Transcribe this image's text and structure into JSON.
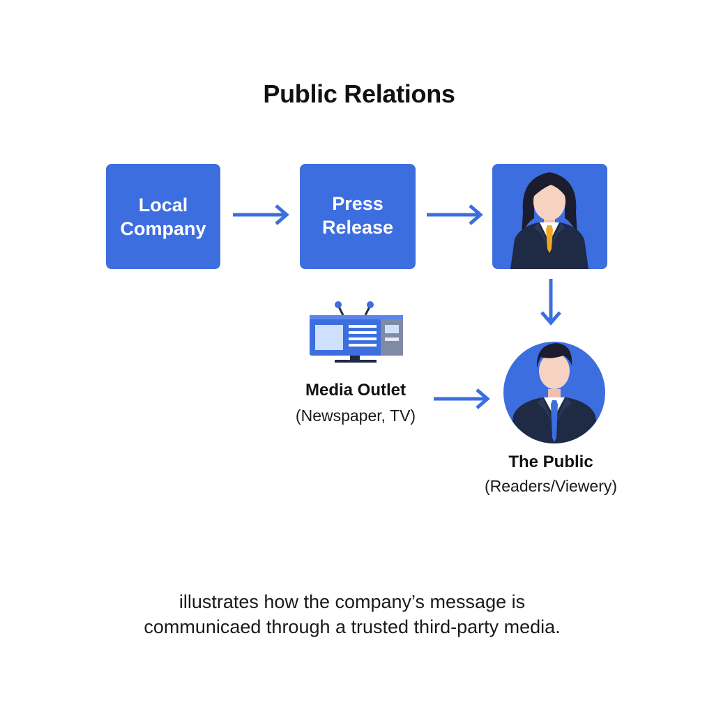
{
  "title": "Public Relations",
  "nodes": {
    "local_company": {
      "line1": "Local",
      "line2": "Company"
    },
    "press_release": {
      "line1": "Press",
      "line2": "Release"
    },
    "journalist": {
      "icon": "journalist-avatar-icon"
    },
    "media_outlet": {
      "icon": "tv-news-icon",
      "name": "Media Outlet",
      "sub": "(Newspaper, TV)"
    },
    "the_public": {
      "icon": "public-person-icon",
      "name": "The Public",
      "sub": "(Readers/Viewery)"
    }
  },
  "caption": {
    "line1": "illustrates how the company’s message is",
    "line2": "communicaed through a trusted third-party media."
  },
  "colors": {
    "primary_blue": "#3d6ee0",
    "arrow_blue": "#3b6fe0",
    "suit_dark": "#1f2a44",
    "tie_yellow": "#f2a81d",
    "skin": "#f6d2c2",
    "hair": "#1b1d2e"
  }
}
